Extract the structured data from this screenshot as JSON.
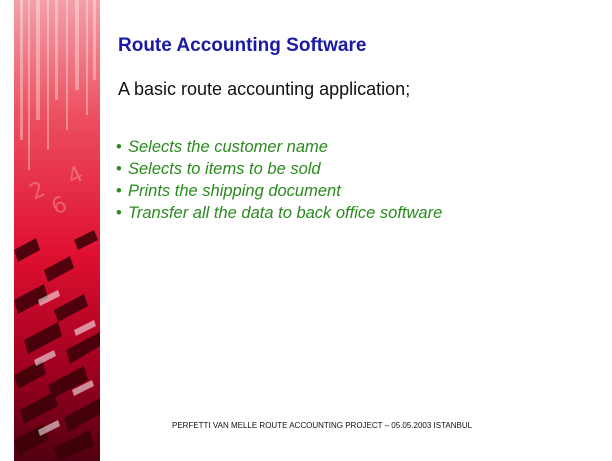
{
  "slide": {
    "title": "Route Accounting Software",
    "subtitle": "A basic route accounting application;",
    "bullets": [
      {
        "marker": "•",
        "text": "Selects the customer name"
      },
      {
        "marker": "•",
        "text": "Selects to items to be sold"
      },
      {
        "marker": "•",
        "text": "Prints the shipping document"
      },
      {
        "marker": "•",
        "text": "Transfer all the data to back office software"
      }
    ],
    "footer": "PERFETTI VAN MELLE ROUTE ACCOUNTING PROJECT – 05.05.2003 ISTANBUL"
  },
  "colors": {
    "title": "#1a1aa6",
    "subtitle": "#111111",
    "bullets": "#2a8a1e",
    "band_light": "#f07080",
    "band_mid": "#e01030",
    "band_dark": "#5a0010"
  }
}
